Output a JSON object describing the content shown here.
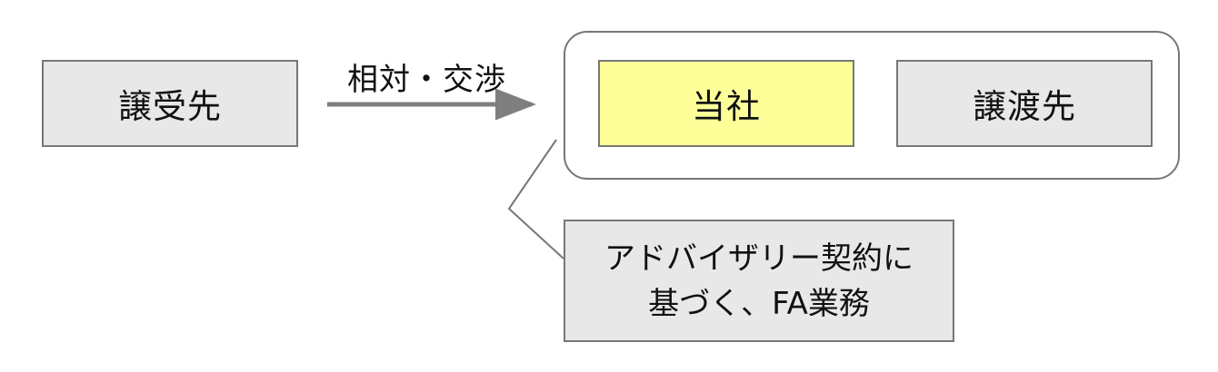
{
  "nodes": {
    "buyer": {
      "label": "譲受先"
    },
    "company": {
      "label": "当社"
    },
    "seller": {
      "label": "譲渡先"
    },
    "note": {
      "lines": [
        "アドバイザリー契約に",
        "基づく、FA業務"
      ]
    }
  },
  "edges": {
    "negotiation": {
      "label": "相対・交渉"
    }
  },
  "colors": {
    "highlight_fill": "#ffff99",
    "box_fill": "#e8e8e8",
    "border": "#777777",
    "arrow": "#7f7f7f"
  }
}
